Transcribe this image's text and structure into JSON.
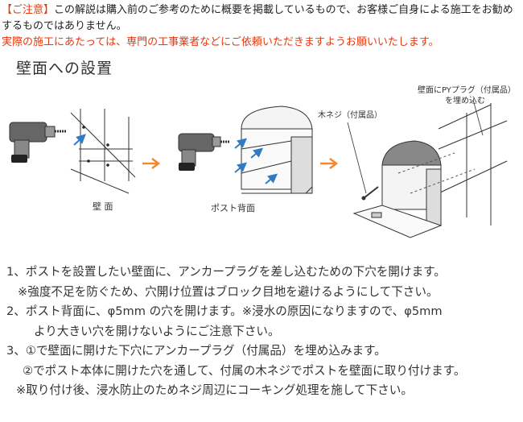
{
  "notice": {
    "tag": "【ご注意】",
    "line1": "この解説は購入前のご参考のために概要を掲載しているもので、お客様ご自身による施工をお勧めするものではありません。",
    "line2": "実際の施工にあたっては、専門の工事業者などにご依頼いただきますようお願いいたします。"
  },
  "heading": "壁面への設置",
  "figure": {
    "wall_label": "壁 面",
    "post_back_label": "ポスト背面",
    "screw_label": "木ネジ（付属品）",
    "plug_label_1": "壁面にPYプラグ（付属品）",
    "plug_label_2": "を埋め込む",
    "accent_color": "#f08a2c",
    "arrow_blue": "#2f7cc4"
  },
  "steps": [
    "1、ポストを設置したい壁面に、アンカープラグを差し込むための下穴を開けます。",
    "※強度不足を防ぐため、穴開け位置はブロック目地を避けるようにして下さい。",
    "2、ポスト背面に、φ5mm の穴を開けます。※浸水の原因になりますので、φ5mm",
    "より大きい穴を開けないようにご注意下さい。",
    "3、①で壁面に開けた下穴にアンカープラグ（付属品）を埋め込みます。",
    "②でポスト本体に開けた穴を通して、付属の木ネジでポストを壁面に取り付けます。",
    "※取り付け後、浸水防止のためネジ周辺にコーキング処理を施して下さい。"
  ]
}
